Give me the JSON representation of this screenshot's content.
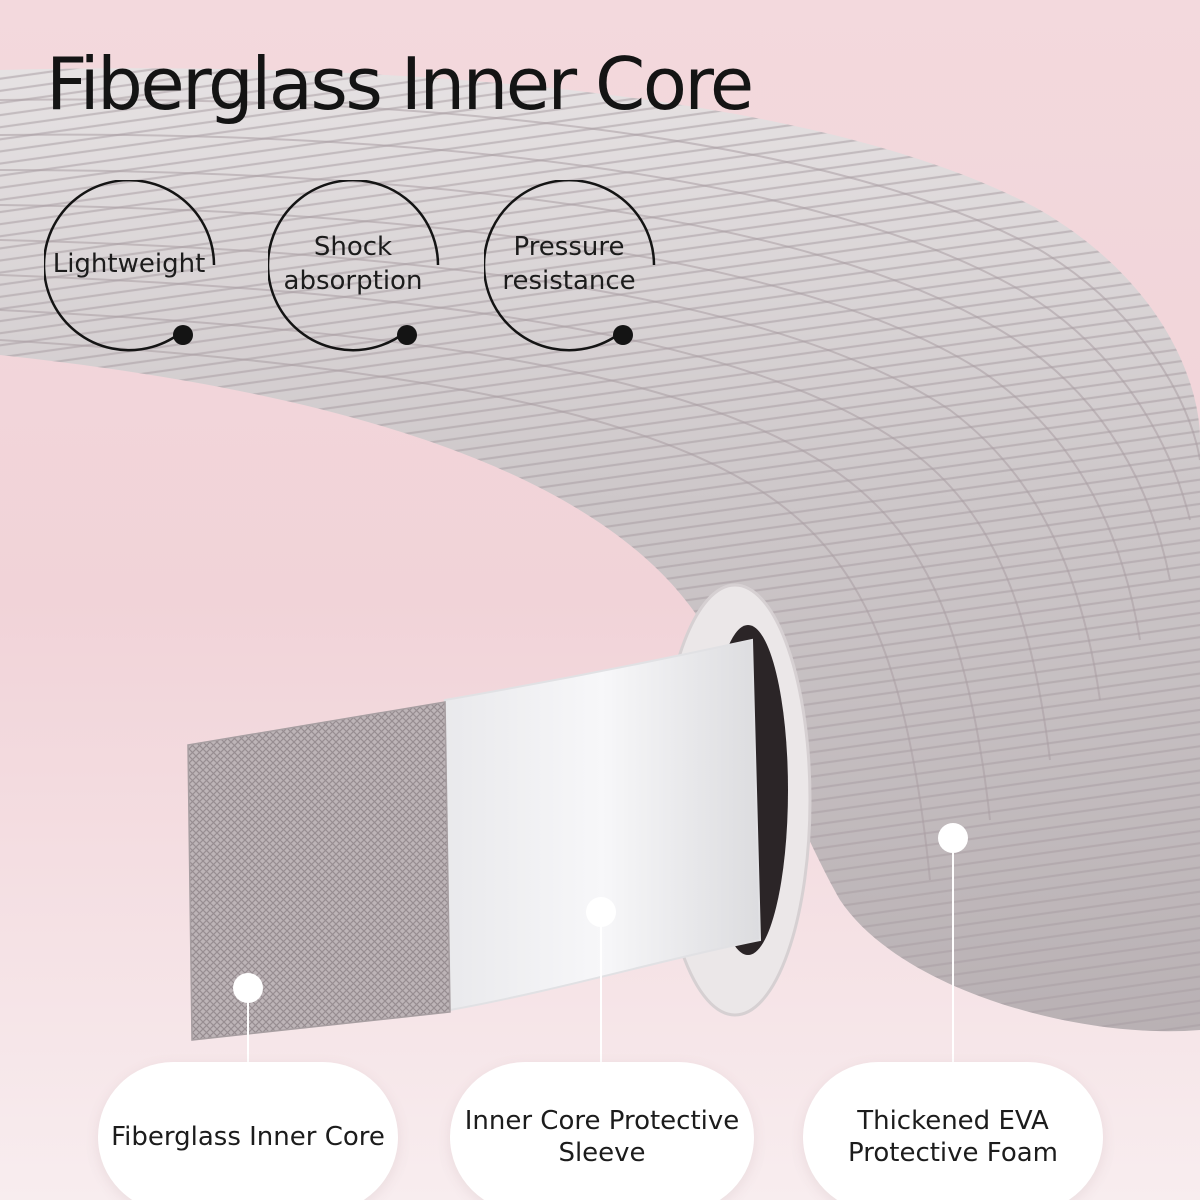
{
  "header": {
    "title": "Fiberglass Inner Core"
  },
  "features": [
    {
      "label": "Lightweight"
    },
    {
      "label": "Shock\nabsorption"
    },
    {
      "label": "Pressure\nresistance"
    }
  ],
  "callouts": [
    {
      "label": "Fiberglass Inner Core"
    },
    {
      "label": "Inner Core Protective\nSleeve"
    },
    {
      "label": "Thickened EVA\nProtective Foam"
    }
  ],
  "colors": {
    "background_top": "#f3dade",
    "background_bottom": "#f9eef0",
    "tube": "#c9c4c6",
    "sleeve": "#f4f4f6",
    "core_mesh": "#b6adb0",
    "text": "#141414"
  }
}
